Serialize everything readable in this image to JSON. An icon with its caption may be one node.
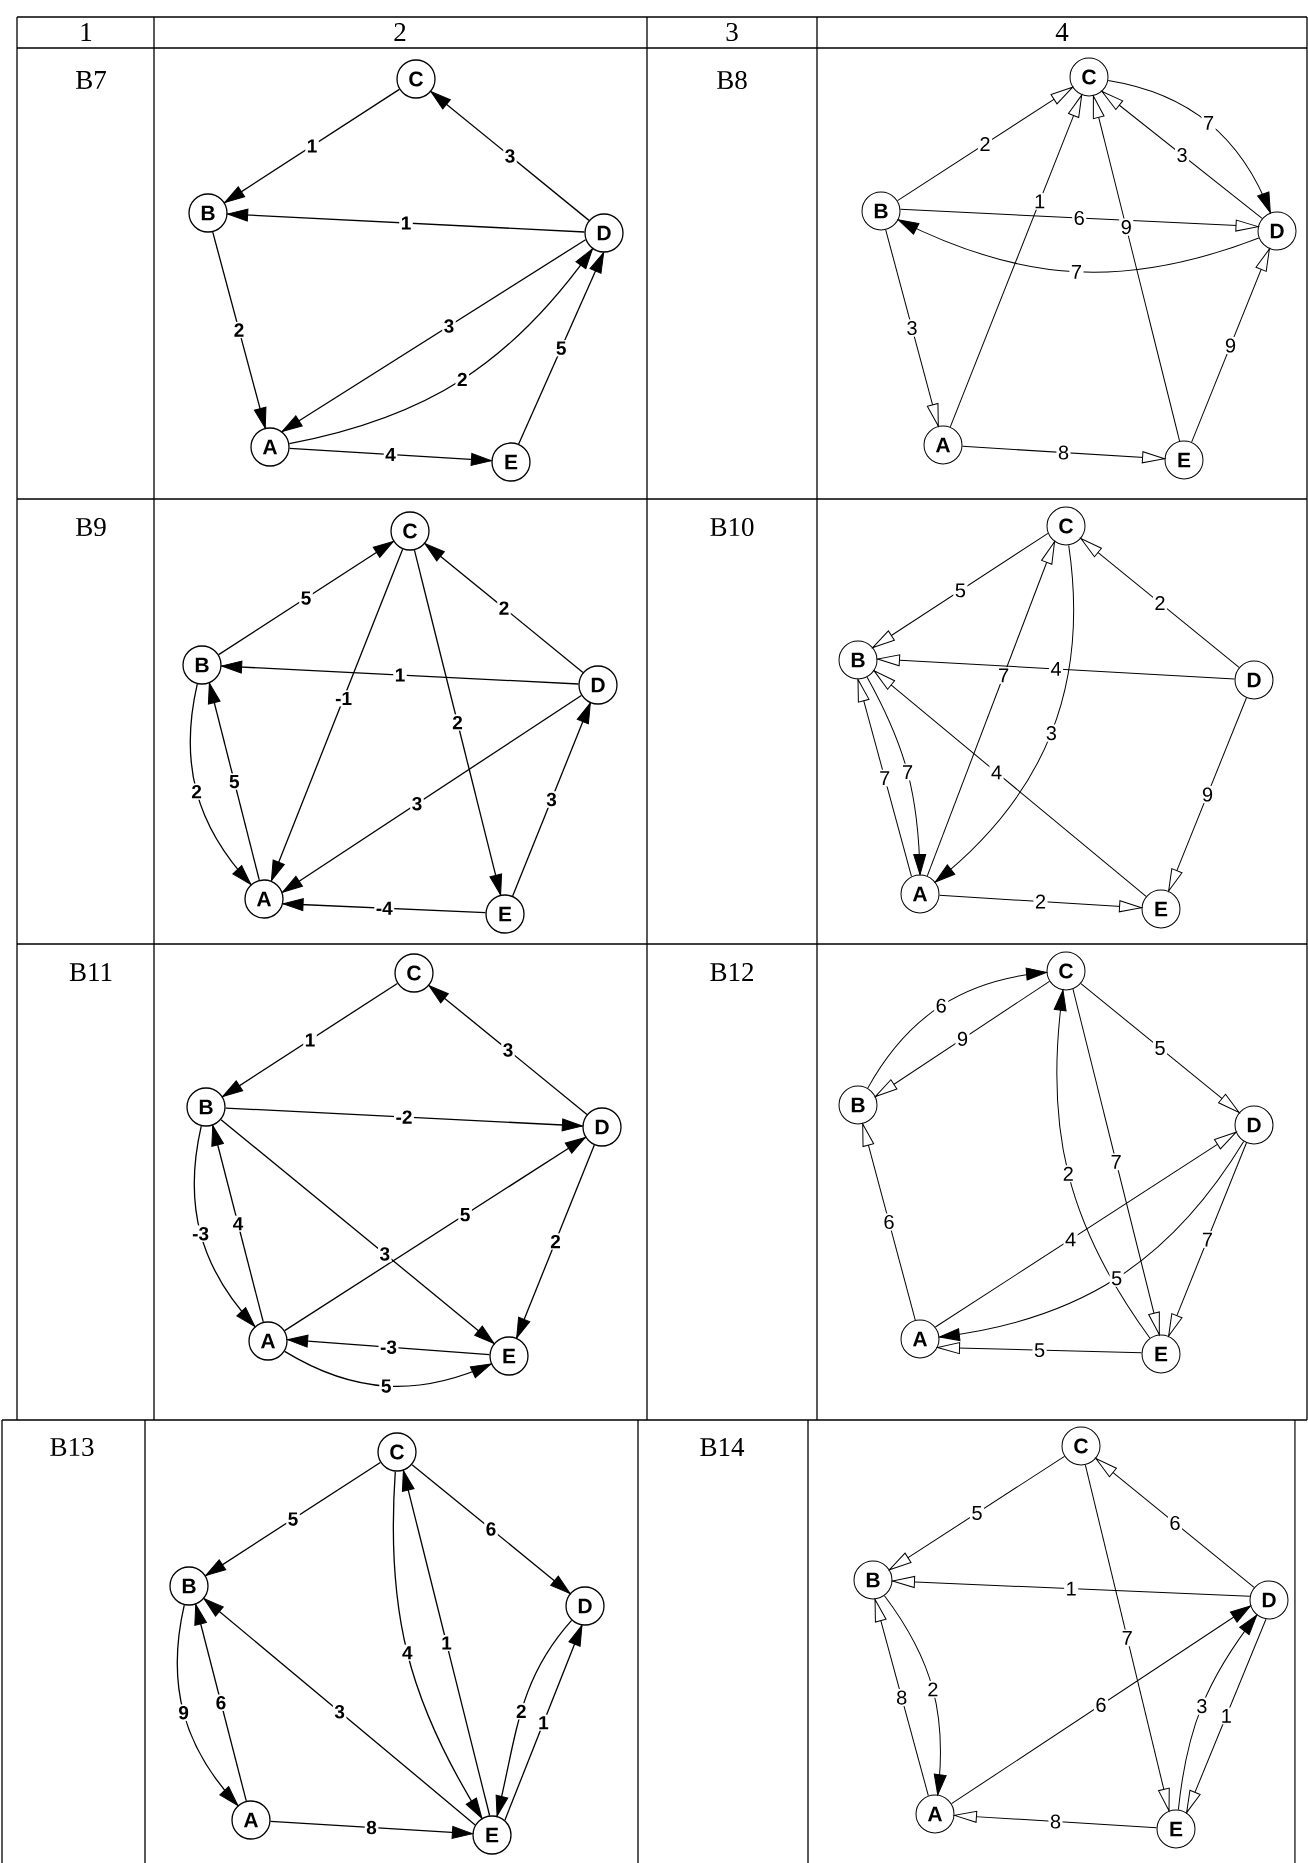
{
  "diagram": {
    "nodes": [
      {
        "text": [
          "C"
        ]
      },
      {
        "text": [
          "B"
        ]
      },
      {
        "text": [
          "D"
        ]
      },
      {
        "text": [
          "A"
        ]
      },
      {
        "text": [
          "E"
        ]
      },
      {
        "text": [
          "C"
        ]
      },
      {
        "text": [
          "B"
        ]
      },
      {
        "text": [
          "D"
        ]
      },
      {
        "text": [
          "A"
        ]
      },
      {
        "text": [
          "E"
        ]
      },
      {
        "text": [
          "C"
        ]
      },
      {
        "text": [
          "B"
        ]
      },
      {
        "text": [
          "D"
        ]
      },
      {
        "text": [
          "A"
        ]
      },
      {
        "text": [
          "E"
        ]
      },
      {
        "text": [
          "C"
        ]
      },
      {
        "text": [
          "B"
        ]
      },
      {
        "text": [
          "D"
        ]
      },
      {
        "text": [
          "A"
        ]
      },
      {
        "text": [
          "E"
        ]
      },
      {
        "text": [
          "C"
        ]
      },
      {
        "text": [
          "B"
        ]
      },
      {
        "text": [
          "D"
        ]
      },
      {
        "text": [
          "A"
        ]
      },
      {
        "text": [
          "E"
        ]
      },
      {
        "text": [
          "C"
        ]
      },
      {
        "text": [
          "B"
        ]
      },
      {
        "text": [
          "D"
        ]
      },
      {
        "text": [
          "A"
        ]
      },
      {
        "text": [
          "E"
        ]
      },
      {
        "text": [
          "C"
        ]
      },
      {
        "text": [
          "B"
        ]
      },
      {
        "text": [
          "D"
        ]
      },
      {
        "text": [
          "A"
        ]
      },
      {
        "text": [
          "E"
        ]
      },
      {
        "text": [
          "C"
        ]
      },
      {
        "text": [
          "B"
        ]
      },
      {
        "text": [
          "D"
        ]
      },
      {
        "text": [
          "A"
        ]
      },
      {
        "text": [
          "E"
        ]
      }
    ],
    "edges": [
      {
        "from": 0,
        "to": 1,
        "arrow": "to",
        "label": "1"
      },
      {
        "from": 2,
        "to": 0,
        "arrow": "to",
        "label": "3"
      },
      {
        "from": 2,
        "to": 1,
        "arrow": "to",
        "label": "1"
      },
      {
        "from": 1,
        "to": 3,
        "arrow": "to",
        "label": "2"
      },
      {
        "from": 2,
        "to": 3,
        "arrow": "to",
        "label": "3"
      },
      {
        "from": 3,
        "to": 2,
        "arrow": "to",
        "label": "2"
      },
      {
        "from": 4,
        "to": 2,
        "arrow": "to",
        "label": "5"
      },
      {
        "from": 3,
        "to": 4,
        "arrow": "to",
        "label": "4"
      },
      {
        "from": 6,
        "to": 5,
        "arrow": "to",
        "label": "2"
      },
      {
        "from": 5,
        "to": 7,
        "arrow": "to",
        "label": "7"
      },
      {
        "from": 7,
        "to": 5,
        "arrow": "to",
        "label": "3"
      },
      {
        "from": 6,
        "to": 7,
        "arrow": "to",
        "label": "6"
      },
      {
        "from": 7,
        "to": 6,
        "arrow": "to",
        "label": "7"
      },
      {
        "from": 8,
        "to": 5,
        "arrow": "to",
        "label": "1"
      },
      {
        "from": 9,
        "to": 5,
        "arrow": "to",
        "label": "9"
      },
      {
        "from": 6,
        "to": 8,
        "arrow": "to",
        "label": "3"
      },
      {
        "from": 8,
        "to": 9,
        "arrow": "to",
        "label": "8"
      },
      {
        "from": 9,
        "to": 7,
        "arrow": "to",
        "label": "9"
      },
      {
        "from": 11,
        "to": 10,
        "arrow": "to",
        "label": "5"
      },
      {
        "from": 12,
        "to": 10,
        "arrow": "to",
        "label": "2"
      },
      {
        "from": 12,
        "to": 11,
        "arrow": "to",
        "label": "1"
      },
      {
        "from": 10,
        "to": 13,
        "arrow": "to",
        "label": "-1"
      },
      {
        "from": 10,
        "to": 14,
        "arrow": "to",
        "label": "2"
      },
      {
        "from": 11,
        "to": 13,
        "arrow": "to",
        "label": "2"
      },
      {
        "from": 13,
        "to": 11,
        "arrow": "to",
        "label": "5"
      },
      {
        "from": 12,
        "to": 13,
        "arrow": "to",
        "label": "3"
      },
      {
        "from": 14,
        "to": 12,
        "arrow": "to",
        "label": "3"
      },
      {
        "from": 14,
        "to": 13,
        "arrow": "to",
        "label": "-4"
      },
      {
        "from": 15,
        "to": 16,
        "arrow": "to",
        "label": "5"
      },
      {
        "from": 17,
        "to": 15,
        "arrow": "to",
        "label": "2"
      },
      {
        "from": 17,
        "to": 16,
        "arrow": "to",
        "label": "4"
      },
      {
        "from": 18,
        "to": 15,
        "arrow": "to",
        "label": "7"
      },
      {
        "from": 15,
        "to": 18,
        "arrow": "to",
        "label": "3"
      },
      {
        "from": 18,
        "to": 16,
        "arrow": "to",
        "label": "7"
      },
      {
        "from": 16,
        "to": 18,
        "arrow": "to",
        "label": "7"
      },
      {
        "from": 19,
        "to": 16,
        "arrow": "to",
        "label": "4"
      },
      {
        "from": 17,
        "to": 19,
        "arrow": "to",
        "label": "9"
      },
      {
        "from": 18,
        "to": 19,
        "arrow": "to",
        "label": "2"
      },
      {
        "from": 20,
        "to": 21,
        "arrow": "to",
        "label": "1"
      },
      {
        "from": 22,
        "to": 20,
        "arrow": "to",
        "label": "3"
      },
      {
        "from": 21,
        "to": 22,
        "arrow": "to",
        "label": "-2"
      },
      {
        "from": 21,
        "to": 23,
        "arrow": "to",
        "label": "-3"
      },
      {
        "from": 23,
        "to": 21,
        "arrow": "to",
        "label": "4"
      },
      {
        "from": 21,
        "to": 24,
        "arrow": "to",
        "label": "3"
      },
      {
        "from": 23,
        "to": 22,
        "arrow": "to",
        "label": "5"
      },
      {
        "from": 22,
        "to": 24,
        "arrow": "to",
        "label": "2"
      },
      {
        "from": 24,
        "to": 23,
        "arrow": "to",
        "label": "-3"
      },
      {
        "from": 23,
        "to": 24,
        "arrow": "to",
        "label": "5"
      },
      {
        "from": 26,
        "to": 25,
        "arrow": "to",
        "label": "6"
      },
      {
        "from": 25,
        "to": 26,
        "arrow": "to",
        "label": "9"
      },
      {
        "from": 25,
        "to": 27,
        "arrow": "to",
        "label": "5"
      },
      {
        "from": 28,
        "to": 26,
        "arrow": "to",
        "label": "6"
      },
      {
        "from": 29,
        "to": 25,
        "arrow": "to",
        "label": "2"
      },
      {
        "from": 25,
        "to": 29,
        "arrow": "to",
        "label": "7"
      },
      {
        "from": 28,
        "to": 27,
        "arrow": "to",
        "label": "4"
      },
      {
        "from": 27,
        "to": 28,
        "arrow": "to",
        "label": "5"
      },
      {
        "from": 27,
        "to": 29,
        "arrow": "to",
        "label": "7"
      },
      {
        "from": 29,
        "to": 28,
        "arrow": "to",
        "label": "5"
      },
      {
        "from": 30,
        "to": 31,
        "arrow": "to",
        "label": "5"
      },
      {
        "from": 30,
        "to": 32,
        "arrow": "to",
        "label": "6"
      },
      {
        "from": 31,
        "to": 33,
        "arrow": "to",
        "label": "9"
      },
      {
        "from": 33,
        "to": 31,
        "arrow": "to",
        "label": "6"
      },
      {
        "from": 30,
        "to": 34,
        "arrow": "to",
        "label": "4"
      },
      {
        "from": 34,
        "to": 30,
        "arrow": "to",
        "label": "1"
      },
      {
        "from": 34,
        "to": 31,
        "arrow": "to",
        "label": "3"
      },
      {
        "from": 32,
        "to": 34,
        "arrow": "to",
        "label": "2"
      },
      {
        "from": 34,
        "to": 32,
        "arrow": "to",
        "label": "1"
      },
      {
        "from": 33,
        "to": 34,
        "arrow": "to",
        "label": "8"
      },
      {
        "from": 35,
        "to": 36,
        "arrow": "to",
        "label": "5"
      },
      {
        "from": 37,
        "to": 35,
        "arrow": "to",
        "label": "6"
      },
      {
        "from": 37,
        "to": 36,
        "arrow": "to",
        "label": "1"
      },
      {
        "from": 35,
        "to": 39,
        "arrow": "to",
        "label": "7"
      },
      {
        "from": 38,
        "to": 36,
        "arrow": "to",
        "label": "8"
      },
      {
        "from": 36,
        "to": 38,
        "arrow": "to",
        "label": "2"
      },
      {
        "from": 38,
        "to": 37,
        "arrow": "to",
        "label": "6"
      },
      {
        "from": 39,
        "to": 37,
        "arrow": "to",
        "label": "3"
      },
      {
        "from": 37,
        "to": 39,
        "arrow": "to",
        "label": "1"
      },
      {
        "from": 39,
        "to": 38,
        "arrow": "to",
        "label": "8"
      }
    ],
    "labels": [
      "1",
      "2",
      "3",
      "4",
      "B7",
      "B8",
      "B9",
      "B10",
      "B11",
      "B12",
      "B13",
      "B14"
    ]
  }
}
